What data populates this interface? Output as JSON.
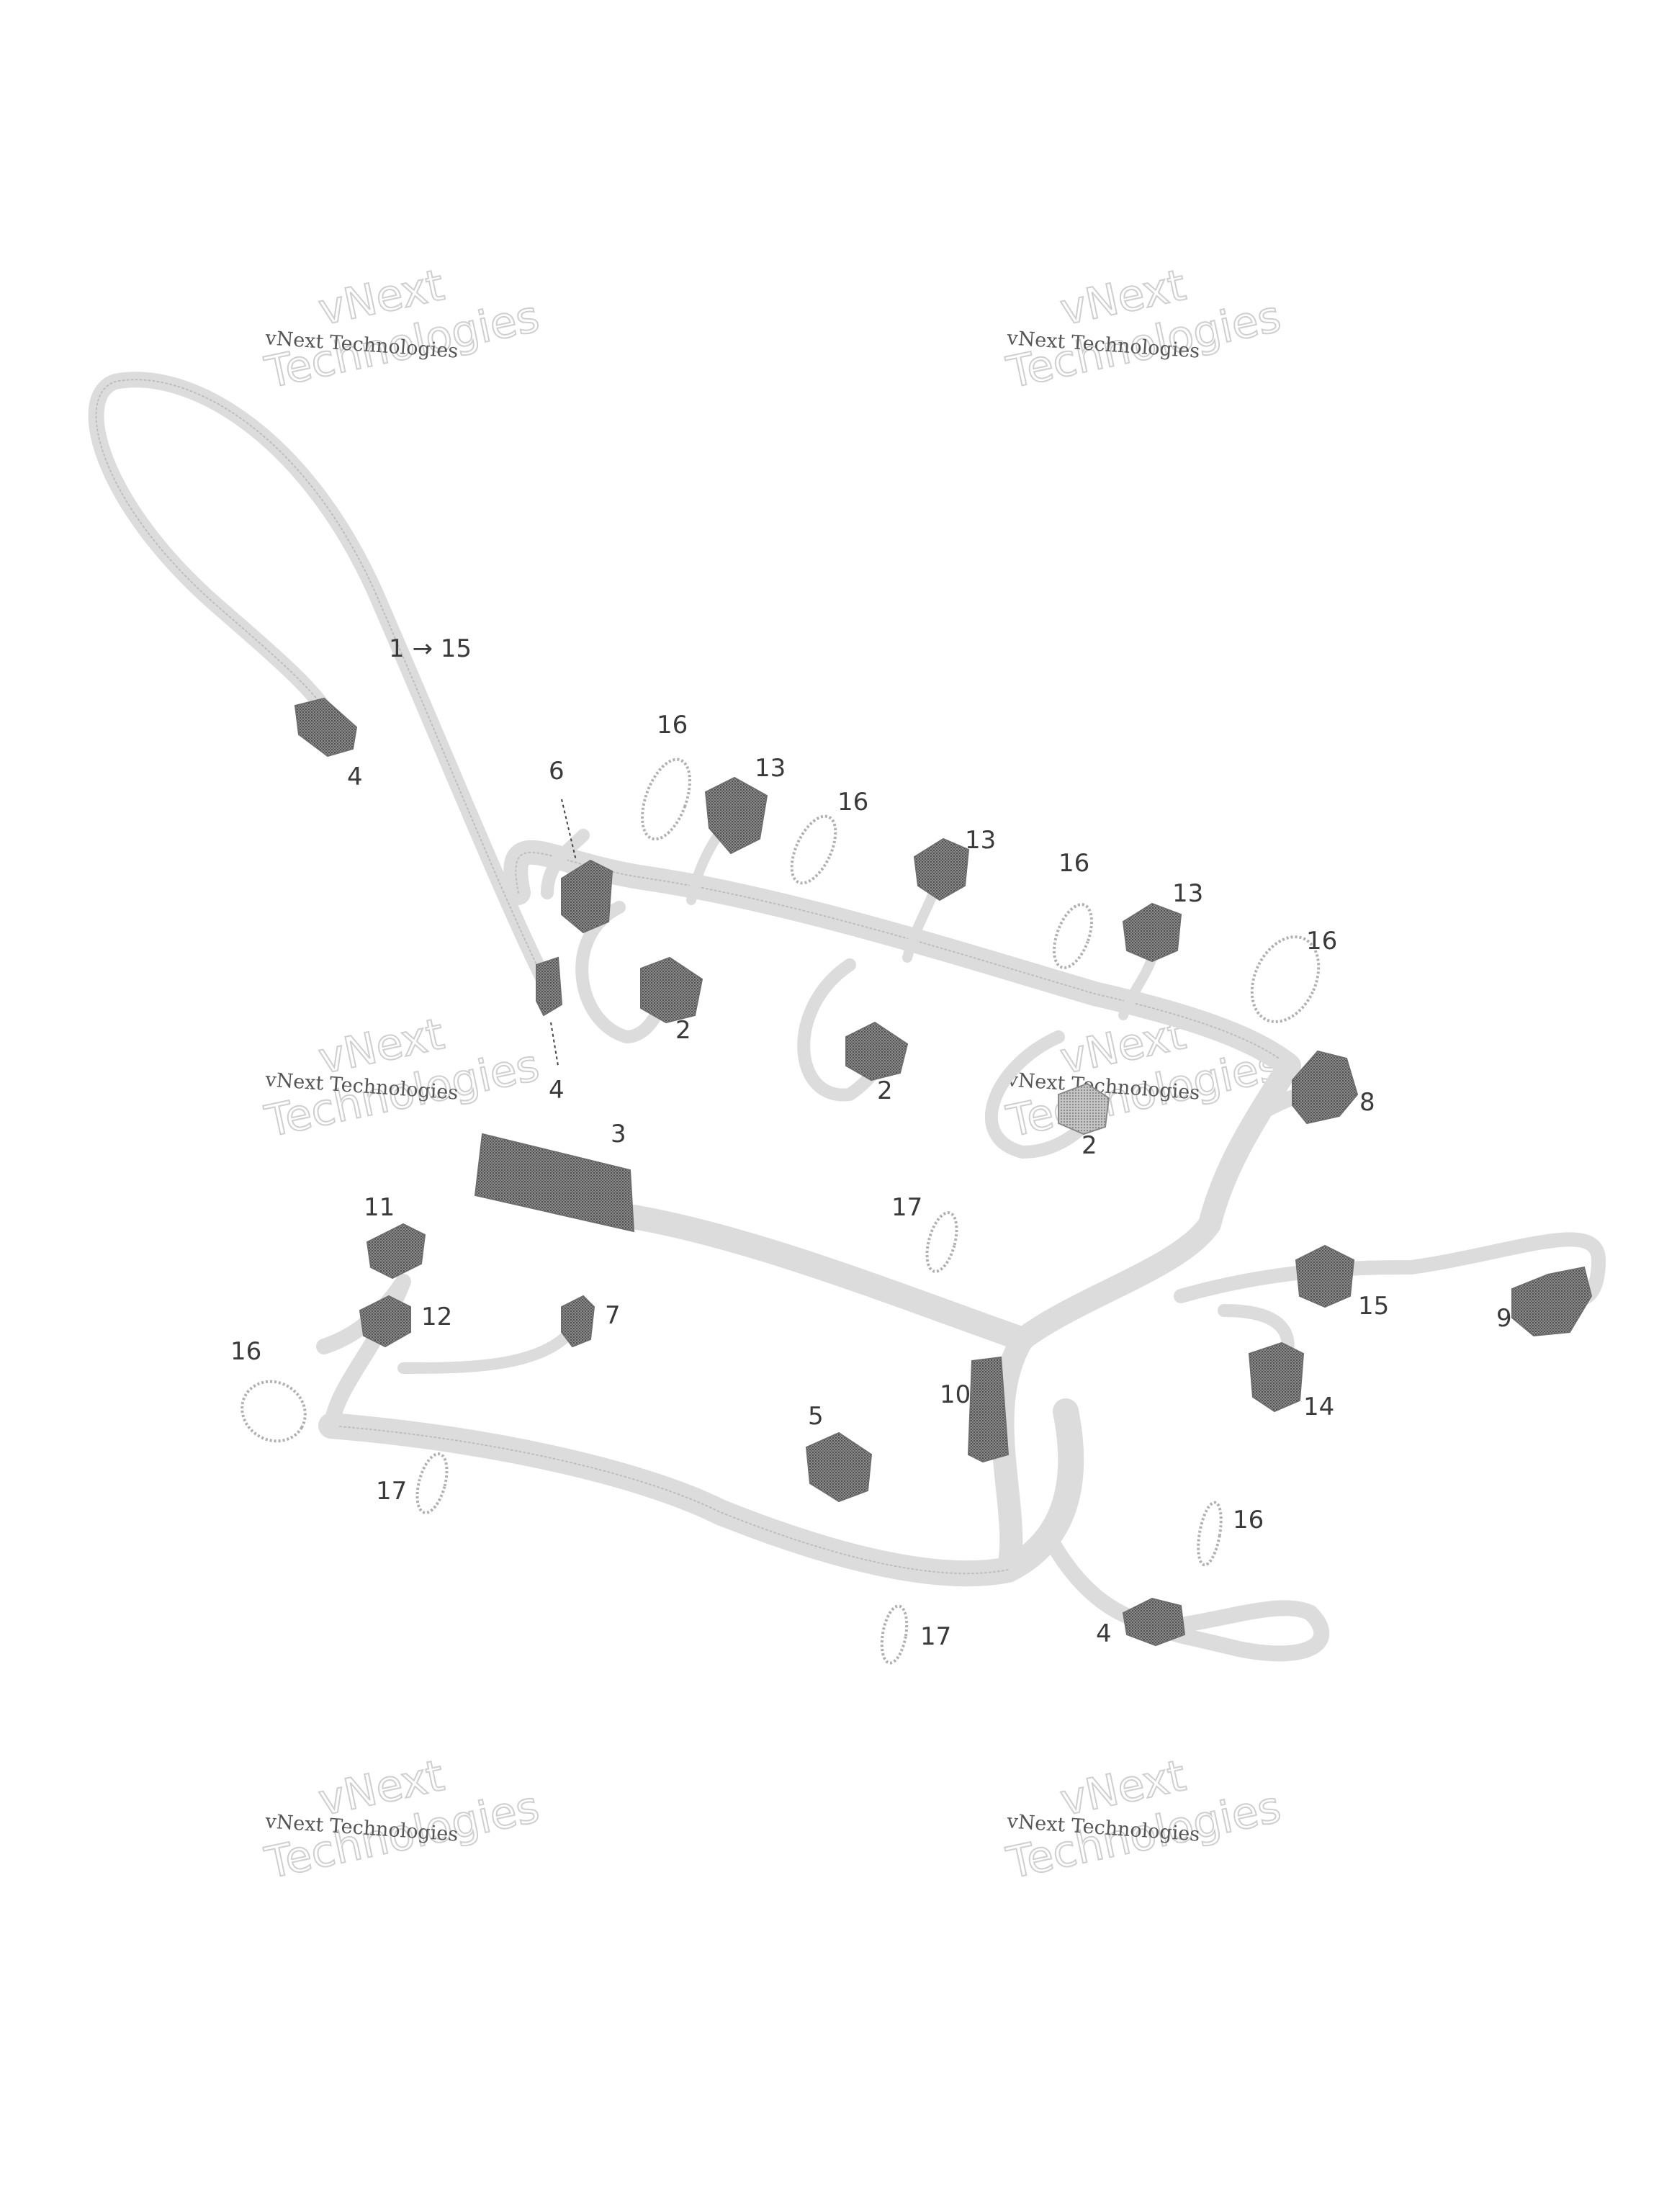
{
  "watermarks": [
    {
      "line1": "vNext Technologies",
      "line2": "vNext",
      "line3": "Technologies"
    },
    {
      "line1": "vNext Technologies",
      "line2": "vNext",
      "line3": "Technologies"
    },
    {
      "line1": "vNext Technologies",
      "line2": "vNext",
      "line3": "Technologies"
    },
    {
      "line1": "vNext Technologies",
      "line2": "vNext",
      "line3": "Technologies"
    },
    {
      "line1": "vNext Technologies",
      "line2": "vNext",
      "line3": "Technologies"
    },
    {
      "line1": "vNext Technologies",
      "line2": "vNext",
      "line3": "Technologies"
    }
  ],
  "callouts": {
    "range": "1 → 15",
    "c4_top": "4",
    "c16_a": "16",
    "c6_top": "6",
    "c13_a": "13",
    "c16_b": "16",
    "c13_b": "13",
    "c16_c": "16",
    "c13_c": "13",
    "c16_d": "16",
    "c2_a": "2",
    "c4_mid": "4",
    "c2_b": "2",
    "c2_c": "2",
    "c8": "8",
    "c3": "3",
    "c17_a": "17",
    "c11": "11",
    "c12": "12",
    "c7": "7",
    "c15": "15",
    "c9": "9",
    "c16_e": "16",
    "c10": "10",
    "c14": "14",
    "c5": "5",
    "c17_b": "17",
    "c16_f": "16",
    "c4_bot": "4",
    "c17_c": "17"
  }
}
